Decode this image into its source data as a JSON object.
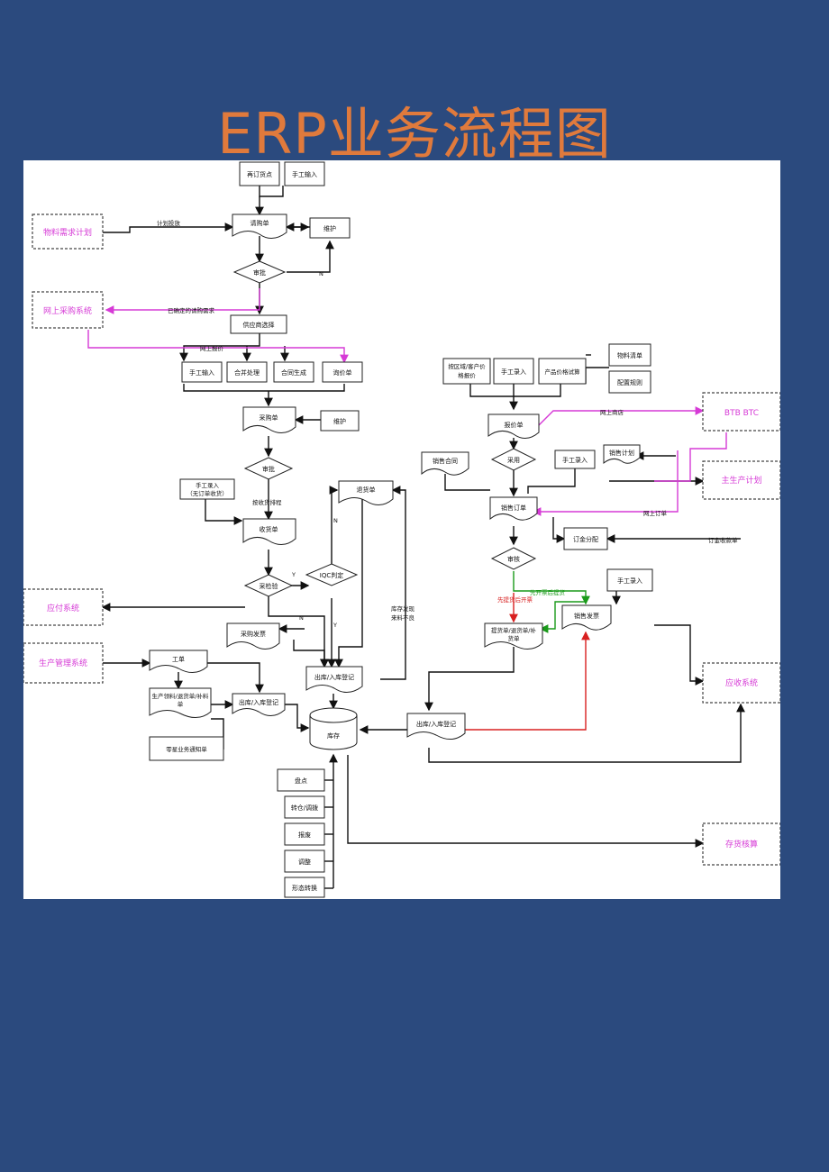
{
  "title": "ERP业务流程图",
  "nodes": {
    "n_reorder": "再订货点",
    "n_manual1": "手工输入",
    "n_mrp": "物料需求计划",
    "n_reqslip": "请购单",
    "n_maint1": "维护",
    "n_approve1": "审批",
    "n_onlineproc": "网上采购系统",
    "n_supplier": "供应商选择",
    "n_manual2": "手工输入",
    "n_merge": "合并处理",
    "n_contract": "合同生成",
    "n_quote": "询价单",
    "n_po": "采购单",
    "n_maint2": "维护",
    "n_approve2": "审批",
    "n_manual3a": "手工录入",
    "n_manual3b": "（无订单收货）",
    "n_receipt": "收货单",
    "n_return": "退货单",
    "n_inspect": "采检验",
    "n_iqc": "IQC判定",
    "n_ap": "应付系统",
    "n_purinv": "采购发票",
    "n_io1": "出库/入库登记",
    "n_mfg": "生产管理系统",
    "n_workorder": "工单",
    "n_pick1": "生产领料/退货单/补料",
    "n_pick2": "单",
    "n_io2": "出库/入库登记",
    "n_inventory": "库存",
    "n_misc": "零星业务通知单",
    "n_count": "盘点",
    "n_transfer": "转仓/调拨",
    "n_scrap": "报废",
    "n_adjust": "调整",
    "n_morph": "形态转换",
    "n_areaquote1": "按区域/客户价",
    "n_areaquote2": "格报价",
    "n_manual4": "手工录入",
    "n_pricetrial": "产品价格试算",
    "n_bom": "物料清单",
    "n_config": "配置规则",
    "n_btb": "BTB BTC",
    "n_quoteslip": "报价单",
    "n_adopt": "采用",
    "n_salescontract": "销售合同",
    "n_manual5": "手工录入",
    "n_salesplan": "销售计划",
    "n_mps": "主生产计划",
    "n_salesorder": "销售订单",
    "n_deposit": "订金分配",
    "n_approve3": "审核",
    "n_manual6": "手工录入",
    "n_salesinv": "销售发票",
    "n_delivery1": "提货单/退货单/补",
    "n_delivery2": "货单",
    "n_ar": "应收系统",
    "n_io3": "出库/入库登记",
    "n_costing": "存货核算"
  },
  "labels": {
    "l_plan": "计划投放",
    "l_n1": "N",
    "l_confirmed": "已确定的请购需求",
    "l_onlinequote": "网上报价",
    "l_bydelivery": "按收货排程",
    "l_y": "Y",
    "l_n2": "N",
    "l_n3": "N",
    "l_y2": "Y",
    "l_stock1": "库存发现",
    "l_stock2": "来料不良",
    "l_onlinestore": "网上商店",
    "l_onlineorder": "网上订单",
    "l_depositrcv": "订金收款单",
    "l_invfirst": "先开票后提货",
    "l_delfirst": "先提货后开票"
  },
  "colors": {
    "background": "#2b4a7e",
    "title": "#e07a3c",
    "magenta": "#d63ad6",
    "green": "#1a9a1a",
    "red": "#d82020"
  }
}
